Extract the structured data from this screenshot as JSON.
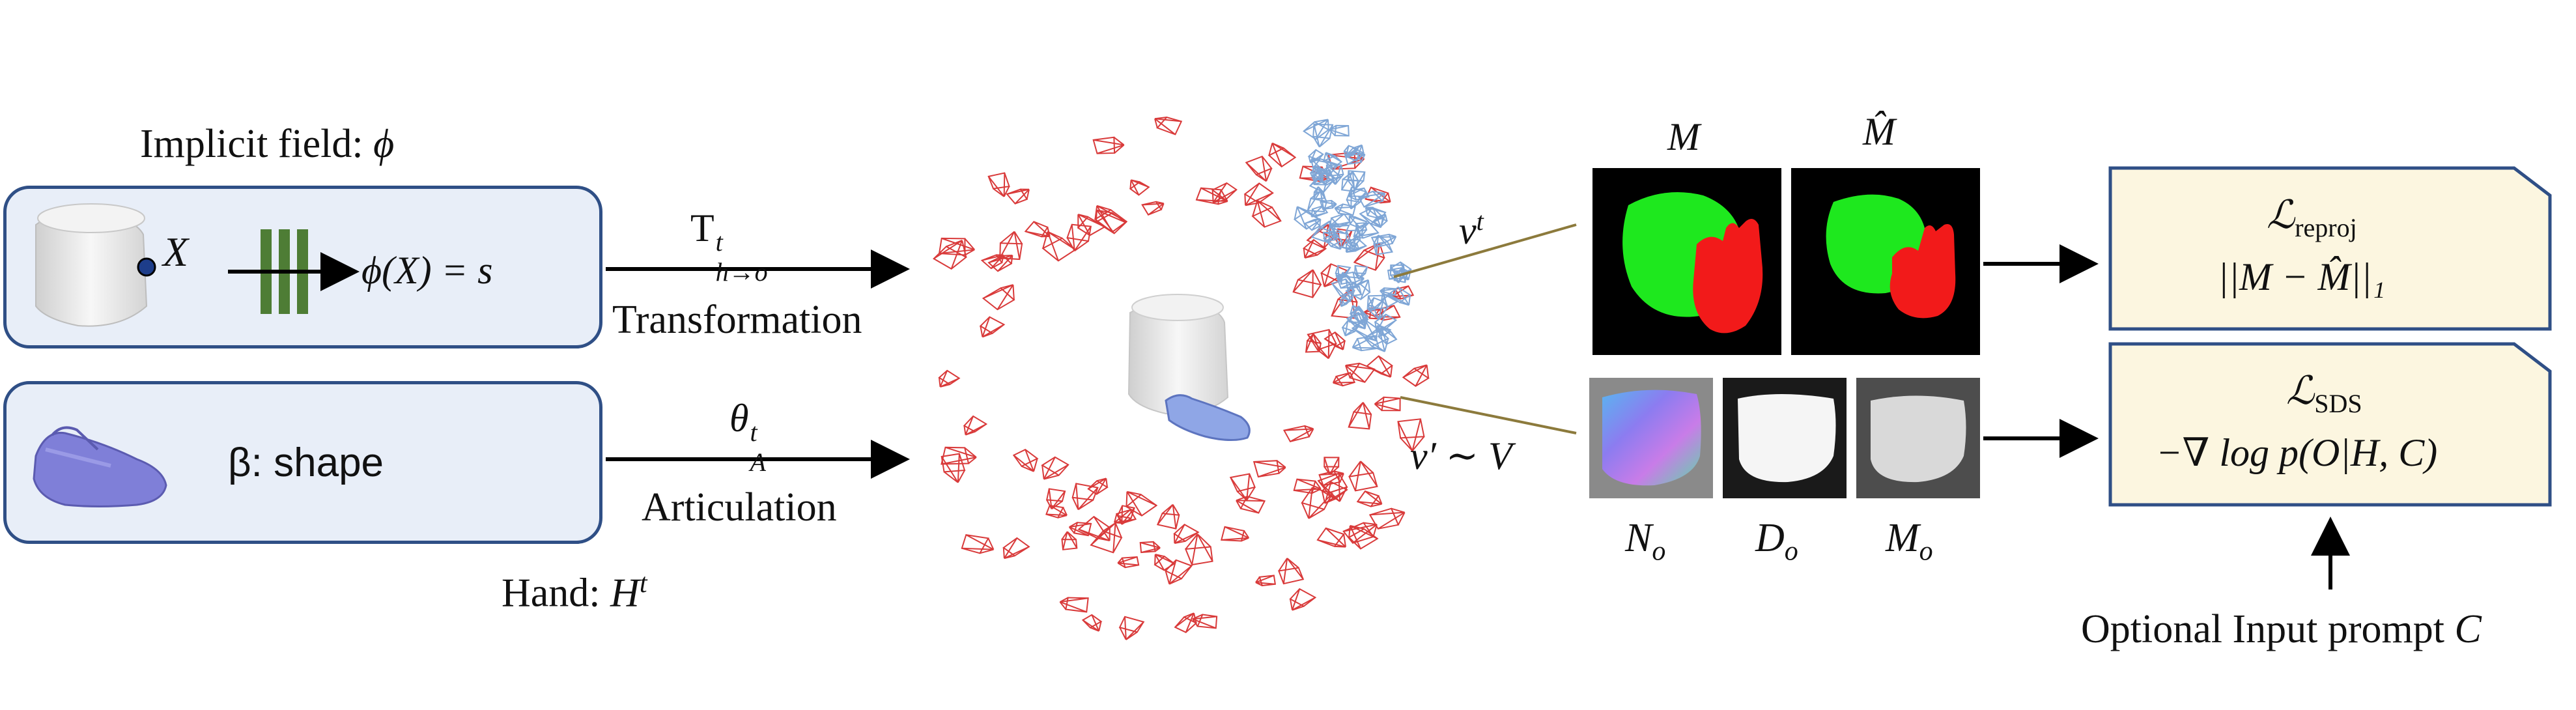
{
  "implicit": {
    "title": "Implicit field:",
    "title_symbol": "ϕ",
    "point_label": "X",
    "equation": "ϕ(X) = s"
  },
  "hand": {
    "shape_label": "β: shape",
    "title": "Hand:",
    "title_symbol": "H",
    "title_sup": "t"
  },
  "transform": {
    "symbol": "T",
    "sup": "t",
    "sub": "h→o",
    "label": "Transformation"
  },
  "articulation": {
    "symbol": "θ",
    "sup": "t",
    "sub": "A",
    "label": "Articulation"
  },
  "views": {
    "vt": "v",
    "vt_sup": "t",
    "vprime": "v′ ∼ V"
  },
  "masks": {
    "m_label": "M",
    "mhat_label": "M̂"
  },
  "renders": {
    "normal_label": "N",
    "normal_sub": "o",
    "depth_label": "D",
    "depth_sub": "o",
    "mask_label": "M",
    "mask_sub": "o"
  },
  "losses": {
    "reproj_symbol": "ℒ",
    "reproj_sub": "reproj",
    "reproj_formula": "||M − M̂||₁",
    "sds_symbol": "ℒ",
    "sds_sub": "SDS",
    "sds_formula": "−∇ log p(O|H, C)"
  },
  "prompt": {
    "label": "Optional Input prompt",
    "symbol": "C"
  },
  "colors": {
    "panel_fill": "#E8EEF8",
    "panel_border": "#2F4F86",
    "loss_fill": "#FCF6E0",
    "loss_border": "#2F4F86",
    "camera_red": "#D93A3A",
    "camera_blue": "#7FA6D6",
    "mask_green": "#1EE81E",
    "mask_red": "#F21A1A",
    "mlp_green": "#4E7D35",
    "hand_purple": "#7F7FD8",
    "leader_line": "#8C7A3C"
  }
}
